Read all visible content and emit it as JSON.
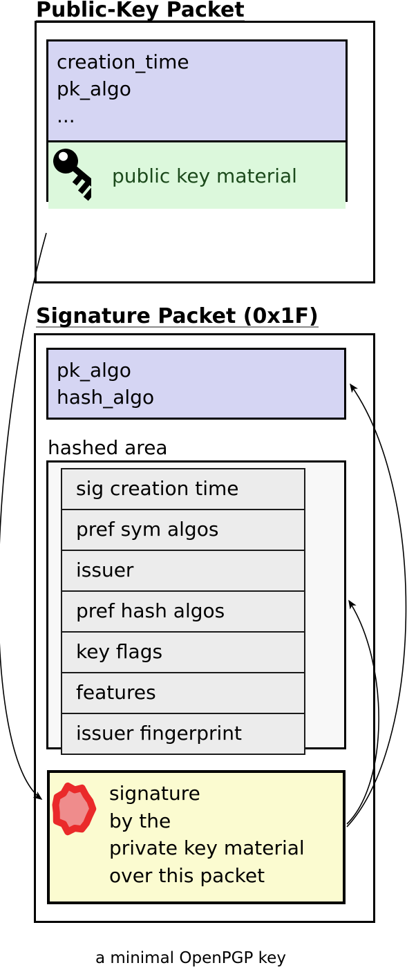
{
  "public_key_packet": {
    "title": "Public-Key Packet",
    "fields": [
      "creation_time",
      "pk_algo",
      "..."
    ],
    "key_material_label": "public key material",
    "key_material_icon": "key-icon"
  },
  "signature_packet": {
    "title": "Signature Packet (0x1F)",
    "fields": [
      "pk_algo",
      "hash_algo"
    ],
    "hashed_area_label": "hashed area",
    "subpackets": [
      "sig creation time",
      "pref sym algos",
      "issuer",
      "pref hash algos",
      "key flags",
      "features",
      "issuer fingerprint"
    ],
    "signature_lines": [
      "signature",
      "by the",
      "private key material",
      "over this packet"
    ],
    "signature_icon": "seal-icon"
  },
  "caption": "a minimal OpenPGP key",
  "colors": {
    "header-fill": "#d5d5f3",
    "key-material-fill": "#dcf8dc",
    "key-material-text": "#1c4a1c",
    "signature-fill": "#fbfbd0",
    "subpacket-fill": "#ececec",
    "hashed-area-fill": "#f8f8f8",
    "seal-ring": "#ea2a2a",
    "seal-fill": "#ef8c8c",
    "line": "#000000"
  }
}
